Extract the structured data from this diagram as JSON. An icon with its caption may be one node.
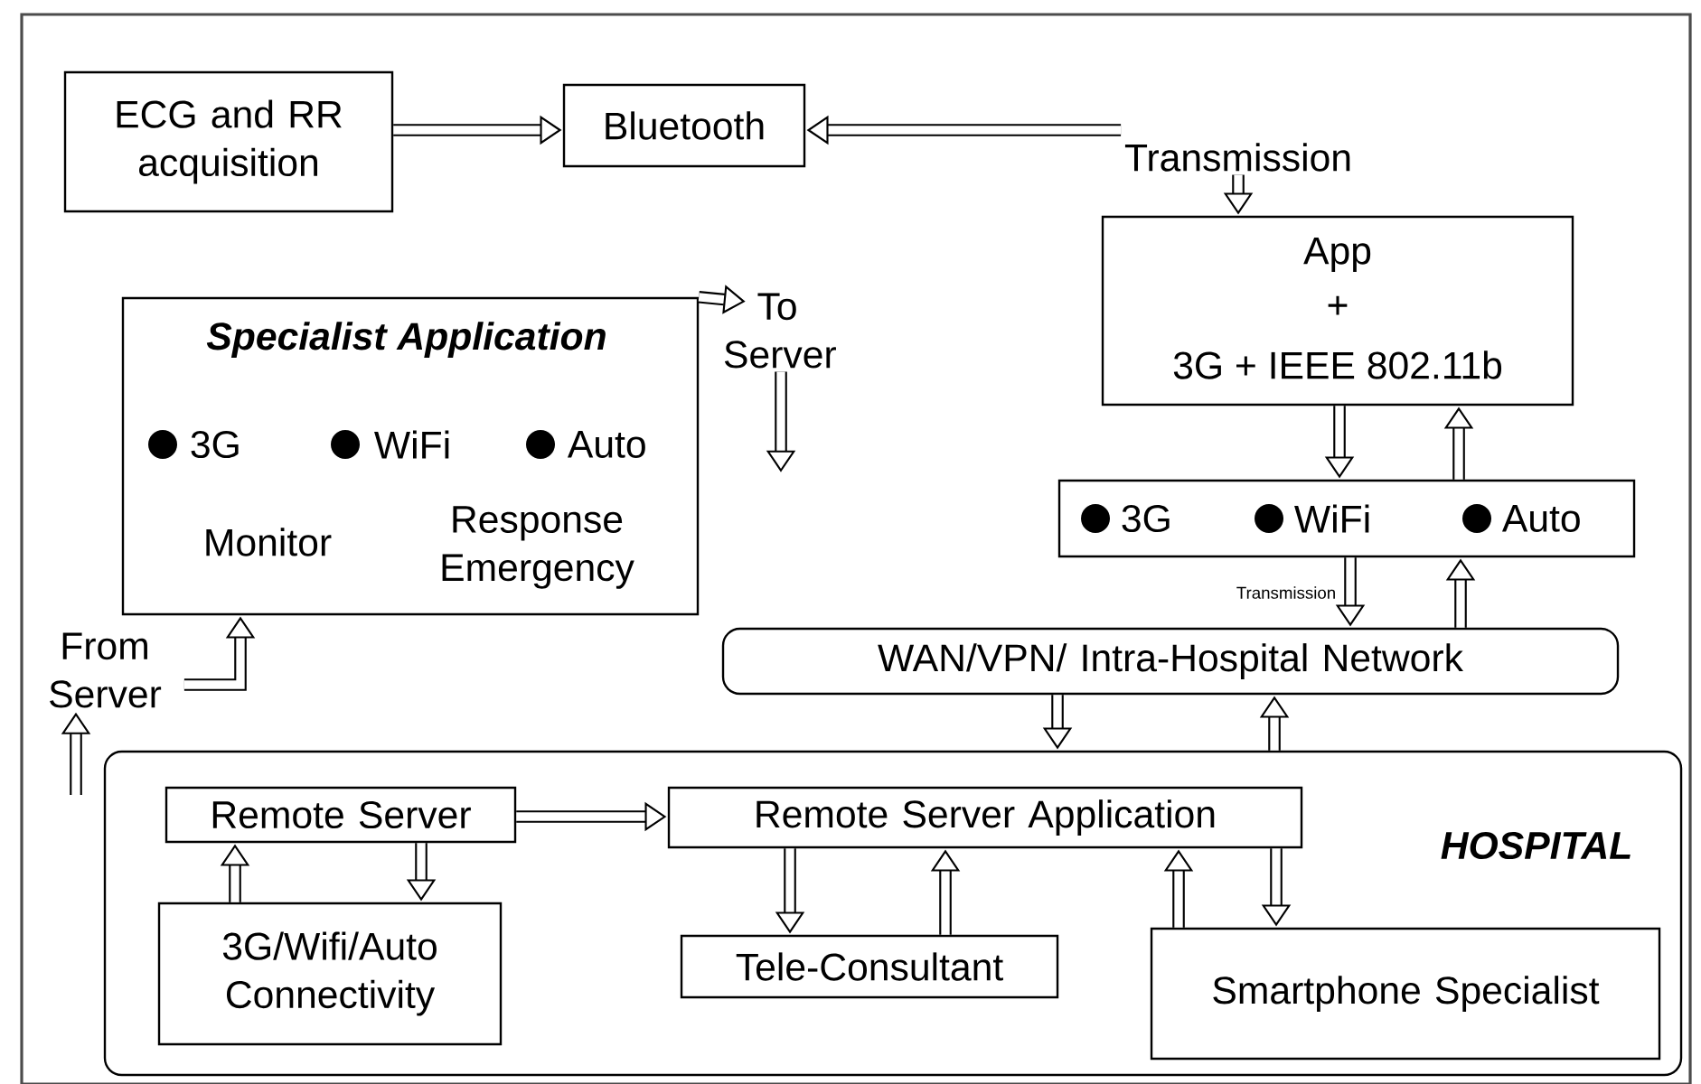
{
  "diagram": {
    "nodes": [
      {
        "text": [
          "ECG and RR acquisition"
        ]
      },
      {
        "text": [
          "Bluetooth"
        ]
      },
      {
        "text": [
          "Transmission"
        ]
      },
      {
        "text": [
          "App",
          "+",
          "3G + IEEE 802.11b"
        ]
      },
      {
        "text": [
          "3G",
          "WiFi",
          "Auto"
        ]
      },
      {
        "text": [
          "Specialist Application",
          "3G",
          "WiFi",
          "Auto",
          "Monitor",
          "Response Emergency"
        ]
      },
      {
        "text": [
          "WAN/VPN/ Intra-Hospital Network"
        ]
      },
      {
        "text": [
          "HOSPITAL"
        ]
      },
      {
        "text": [
          "Remote Server"
        ],
        "in": 7
      },
      {
        "text": [
          "Remote Server Application"
        ],
        "in": 7
      },
      {
        "text": [
          "3G/Wifi/Auto Connectivity"
        ],
        "in": 7
      },
      {
        "text": [
          "Tele-Consultant"
        ],
        "in": 7
      },
      {
        "text": [
          "Smartphone Specialist"
        ],
        "in": 7
      },
      {
        "text": [
          "To Server"
        ]
      },
      {
        "text": [
          "From Server"
        ]
      }
    ],
    "edges": [
      {
        "from": 0,
        "to": 1,
        "arrow": "to"
      },
      {
        "from": 2,
        "to": 1,
        "arrow": "to"
      },
      {
        "from": 2,
        "to": 3,
        "arrow": "to"
      },
      {
        "from": 3,
        "to": 4,
        "arrow": "to"
      },
      {
        "from": 4,
        "to": 3,
        "arrow": "to"
      },
      {
        "from": 4,
        "to": 6,
        "arrow": "to",
        "label": "Transmission"
      },
      {
        "from": 6,
        "to": 4,
        "arrow": "to"
      },
      {
        "from": 5,
        "to": 13,
        "arrow": "to"
      },
      {
        "from": 13,
        "to": null,
        "arrow": "to"
      },
      {
        "from": null,
        "to": 14,
        "arrow": "to"
      },
      {
        "from": 14,
        "to": 5,
        "arrow": "to"
      },
      {
        "from": 6,
        "to": 7,
        "arrow": "to"
      },
      {
        "from": 7,
        "to": 6,
        "arrow": "to"
      },
      {
        "from": 8,
        "to": 9,
        "arrow": "to"
      },
      {
        "from": 8,
        "to": 10,
        "arrow": "to"
      },
      {
        "from": 10,
        "to": 8,
        "arrow": "to"
      },
      {
        "from": 9,
        "to": 11,
        "arrow": "to"
      },
      {
        "from": 11,
        "to": 9,
        "arrow": "to"
      },
      {
        "from": 12,
        "to": 9,
        "arrow": "to"
      },
      {
        "from": 9,
        "to": 12,
        "arrow": "to"
      }
    ]
  }
}
